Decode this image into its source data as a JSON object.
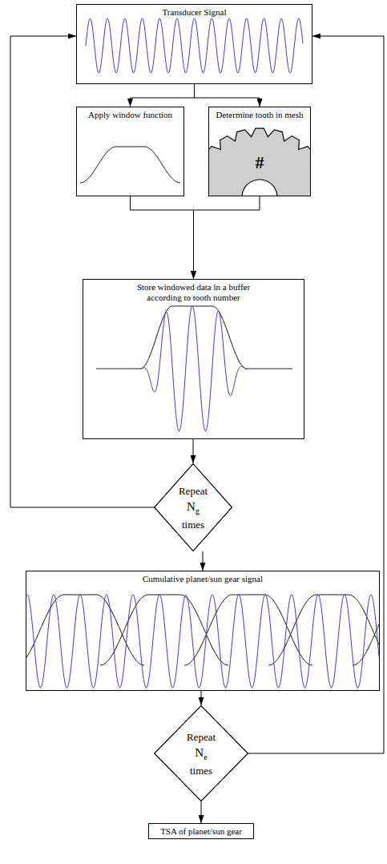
{
  "diagram": {
    "nodes": [
      {
        "text": [
          "Transducer Signal"
        ]
      },
      {
        "text": [
          "Apply window function"
        ]
      },
      {
        "text": [
          "Determine tooth in mesh",
          "#"
        ]
      },
      {
        "text": [
          "Store windowed data in a buffer according to tooth number"
        ]
      },
      {
        "text": [
          "Repeat",
          "N",
          "g",
          "times"
        ]
      },
      {
        "text": [
          "Cumulative planet/sun gear signal"
        ]
      },
      {
        "text": [
          "Repeat",
          "N",
          "e",
          "times"
        ]
      },
      {
        "text": [
          "TSA of planet/sun gear"
        ]
      }
    ],
    "edges": [
      {
        "from": 0,
        "to": 1,
        "arrow": "to"
      },
      {
        "from": 0,
        "to": 2,
        "arrow": "to"
      },
      {
        "from": 1,
        "to": 3,
        "arrow": "to"
      },
      {
        "from": 2,
        "to": 3,
        "arrow": "to"
      },
      {
        "from": 3,
        "to": 4,
        "arrow": "to"
      },
      {
        "from": 4,
        "to": 0,
        "arrow": "to"
      },
      {
        "from": 4,
        "to": 5,
        "arrow": "to"
      },
      {
        "from": 5,
        "to": 6,
        "arrow": "to"
      },
      {
        "from": 6,
        "to": 0,
        "arrow": "to"
      },
      {
        "from": 6,
        "to": 7,
        "arrow": "to"
      }
    ]
  }
}
